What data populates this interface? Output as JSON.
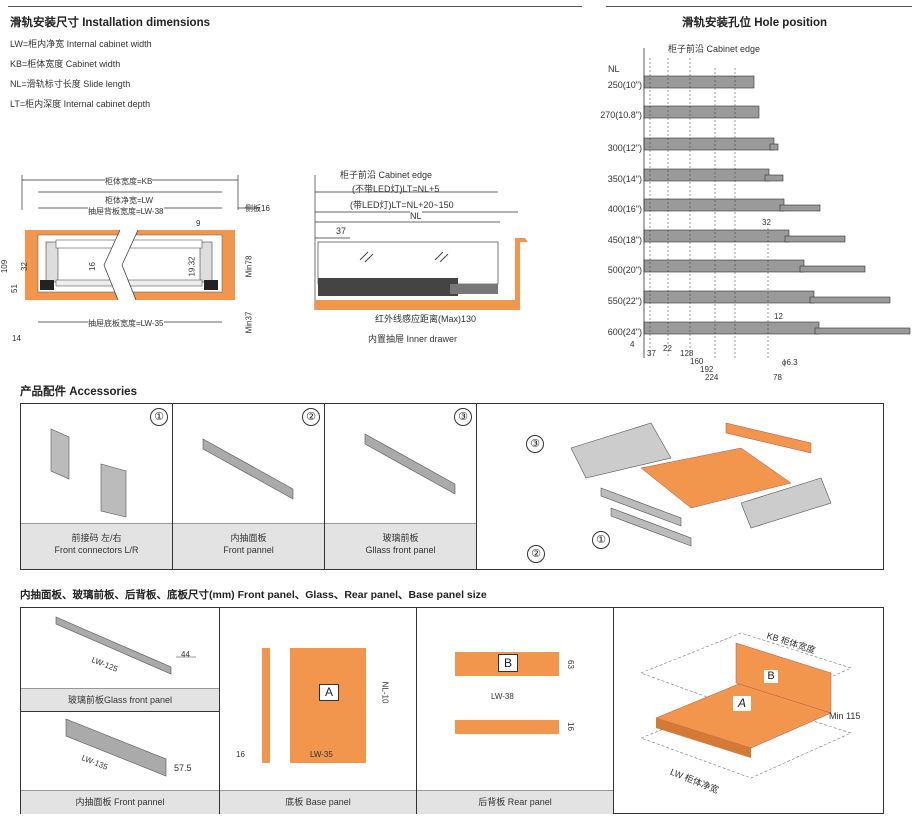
{
  "install": {
    "title": "滑轨安装尺寸 Installation dimensions",
    "defs": [
      "LW=柜内净宽  Internal cabinet width",
      "KB=柜体宽度  Cabinet width",
      "NL=滑轨标寸长度  Slide length",
      "LT=柜内深度  Internal cabinet depth"
    ],
    "front_labels": {
      "kb": "柜体宽度=KB",
      "lw": "柜体净宽=LW",
      "rear": "抽屉背板宽度=LW-38",
      "base": "抽屉底板宽度=LW-35",
      "side": "侧板16",
      "n9": "9",
      "n16": "16",
      "n1932": "19.32",
      "n109": "109",
      "n32": "32",
      "n51": "51",
      "min78": "Min78",
      "min37": "Min37",
      "n14": "14"
    },
    "side_labels": {
      "edge": "柜子前沿 Cabinet edge",
      "noled": "(不带LED灯)LT=NL+5",
      "led": "(带LED灯)LT=NL+20~150",
      "nl": "NL",
      "n37": "37",
      "ir": "红外线感应距离(Max)130",
      "inner": "内置抽屉 Inner drawer"
    }
  },
  "hole": {
    "title": "滑轨安装孔位 Hole position",
    "edge": "柜子前沿 Cabinet edge",
    "nl": "NL",
    "rows": [
      "250(10\")",
      "270(10.8\")",
      "300(12\")",
      "350(14\")",
      "400(16\")",
      "450(18\")",
      "500(20\")",
      "550(22\")",
      "600(24\")"
    ],
    "dims": [
      "4",
      "37",
      "22",
      "128",
      "160",
      "192",
      "224",
      "78",
      "32",
      "12",
      "ϕ6.3"
    ]
  },
  "accessories": {
    "title": "产品配件 Accessories",
    "items": [
      {
        "num": "①",
        "label1": "前接码 左/右",
        "label2": "Front connectors L/R"
      },
      {
        "num": "②",
        "label1": "内抽面板",
        "label2": "Front pannel"
      },
      {
        "num": "③",
        "label1": "玻璃前板",
        "label2": "Gllass front panel"
      }
    ],
    "callouts": [
      "③",
      "②",
      "①"
    ]
  },
  "panels": {
    "title": "内抽面板、玻璃前板、后背板、底板尺寸(mm)  Front panel、Glass、Rear panel、Base panel size",
    "glass": {
      "dim": "LW-125",
      "h": "44",
      "label": "玻璃前板Glass front panel"
    },
    "front": {
      "dim": "LW-135",
      "h": "57.5",
      "label": "内抽面板 Front pannel"
    },
    "base": {
      "letter": "A",
      "dimw": "LW-35",
      "dimh": "NL-10",
      "t": "16",
      "label": "底板  Base panel"
    },
    "rear": {
      "letter": "B",
      "dimw": "LW-38",
      "h": "63",
      "t": "16",
      "label": "后背板  Rear panel"
    },
    "iso": {
      "kb": "KB 柜体宽度",
      "lw": "LW 柜体净宽",
      "min": "Min 115",
      "a": "A",
      "b": "B"
    }
  },
  "colors": {
    "wood": "#f2964e",
    "gray": "#8a8a8a"
  }
}
